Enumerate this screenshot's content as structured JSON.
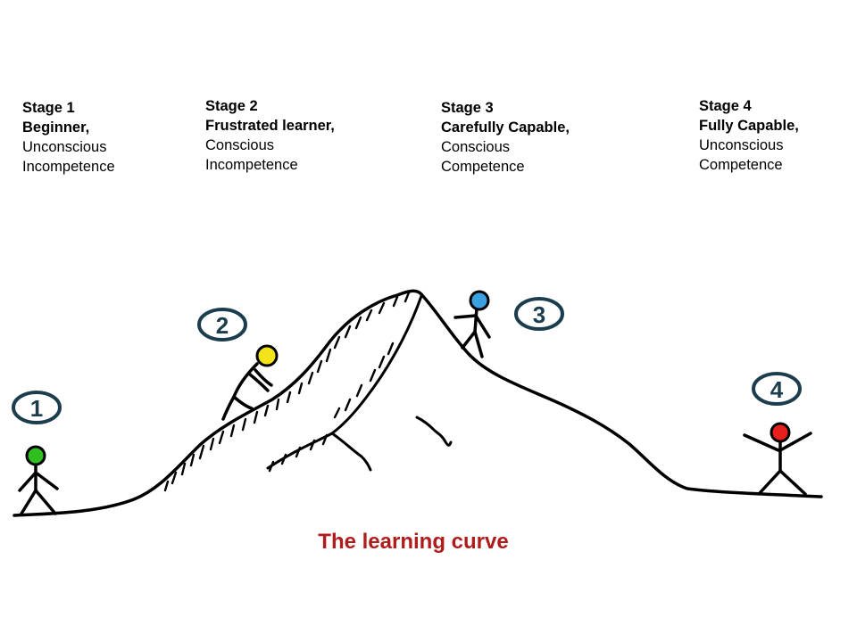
{
  "stages": [
    {
      "title": "Stage 1",
      "name": "Beginner,",
      "line1": "Unconscious",
      "line2": "Incompetence",
      "marker": "1",
      "head_color": "#2fbf1f"
    },
    {
      "title": "Stage 2",
      "name": "Frustrated learner,",
      "line1": "Conscious",
      "line2": "Incompetence",
      "marker": "2",
      "head_color": "#f3e31a"
    },
    {
      "title": "Stage 3",
      "name": "Carefully Capable,",
      "line1": "Conscious",
      "line2": "Competence",
      "marker": "3",
      "head_color": "#3aa0e0"
    },
    {
      "title": "Stage 4",
      "name": "Fully Capable,",
      "line1": "Unconscious",
      "line2": "Competence",
      "marker": "4",
      "head_color": "#e8201c"
    }
  ],
  "caption": "The learning curve",
  "colors": {
    "caption": "#b01c1c",
    "marker_ring": "#1c3d4d",
    "line": "#000000"
  }
}
